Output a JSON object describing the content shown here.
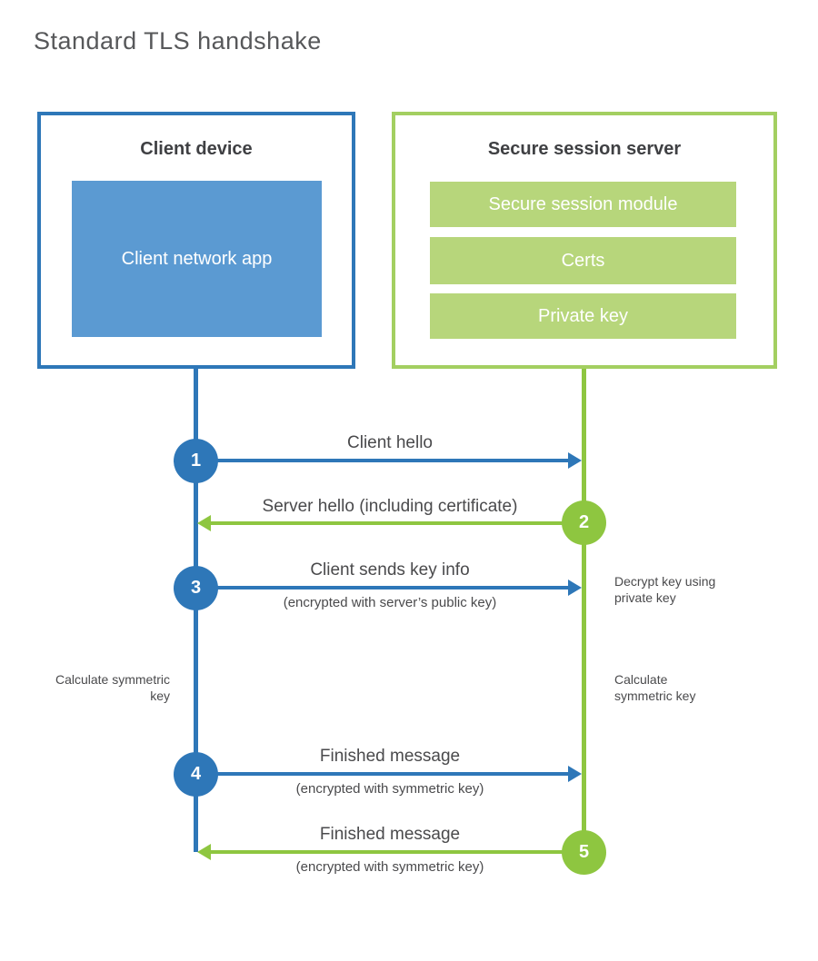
{
  "title": "Standard TLS handshake",
  "client": {
    "title": "Client device",
    "app": "Client network app"
  },
  "server": {
    "title": "Secure session server",
    "modules": [
      "Secure session module",
      "Certs",
      "Private key"
    ]
  },
  "steps": [
    {
      "num": "1",
      "label": "Client hello",
      "sublabel": ""
    },
    {
      "num": "2",
      "label": "Server hello (including certificate)",
      "sublabel": ""
    },
    {
      "num": "3",
      "label": "Client sends key info",
      "sublabel": "(encrypted with server’s public key)"
    },
    {
      "num": "4",
      "label": "Finished message",
      "sublabel": "(encrypted with symmetric key)"
    },
    {
      "num": "5",
      "label": "Finished message",
      "sublabel": "(encrypted with symmetric key)"
    }
  ],
  "notes": {
    "server_decrypt": "Decrypt key using private key",
    "server_calculate": "Calculate symmetric key",
    "client_calculate": "Calculate symmetric key"
  },
  "colors": {
    "blue": "#2e77b8",
    "blue_fill": "#5b9ad2",
    "green": "#8ec640",
    "green_border": "#a3cf61",
    "green_bar": "#b7d67b",
    "heading_text": "#3f4043",
    "label_text": "#4a4a4c",
    "title_text": "#57585a"
  }
}
